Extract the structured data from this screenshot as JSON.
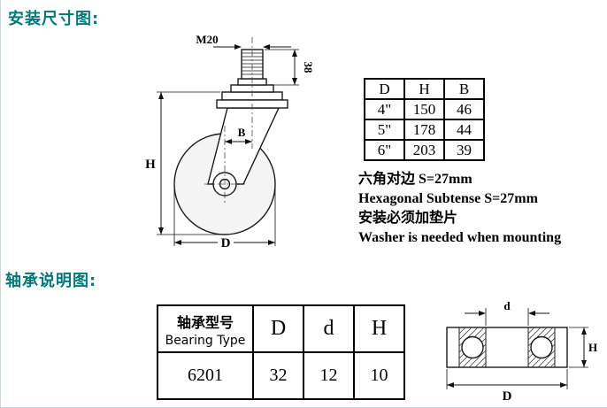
{
  "page": {
    "section1_title": "安装尺寸图:",
    "section2_title": "轴承说明图:"
  },
  "caster_diagram": {
    "thread_label": "M20",
    "stem_length_label": "38",
    "offset_label": "B",
    "height_label": "H",
    "diameter_label": "D"
  },
  "size_table": {
    "headers": [
      "D",
      "H",
      "B"
    ],
    "rows": [
      [
        "4\"",
        "150",
        "46"
      ],
      [
        "5\"",
        "178",
        "44"
      ],
      [
        "6\"",
        "203",
        "39"
      ]
    ]
  },
  "notes": {
    "line1": "六角对边 S=27mm",
    "line2": "Hexagonal Subtense S=27mm",
    "line3": "安装必须加垫片",
    "line4": "Washer is needed when mounting"
  },
  "bearing_table": {
    "type_header_cn": "轴承型号",
    "type_header_en": "Bearing Type",
    "col_headers": [
      "D",
      "d",
      "H"
    ],
    "row": [
      "6201",
      "32",
      "12",
      "10"
    ]
  },
  "bearing_diagram": {
    "inner_label": "d",
    "height_label": "H",
    "outer_label": "D"
  },
  "colors": {
    "heading": "#007a78",
    "line": "#1a1a1a"
  }
}
